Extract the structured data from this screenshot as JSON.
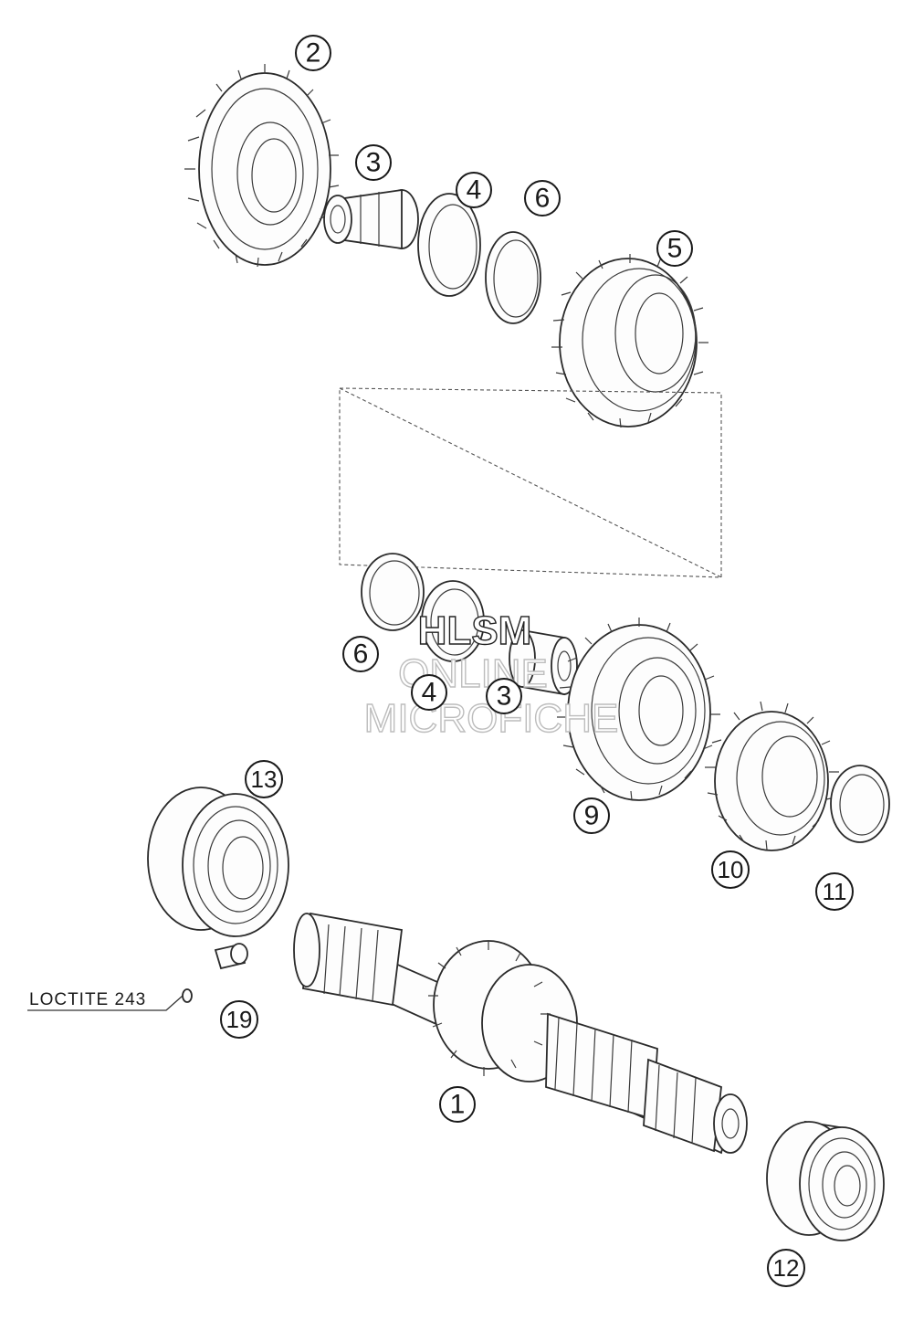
{
  "callouts": [
    {
      "id": "c2",
      "label": "2"
    },
    {
      "id": "c3a",
      "label": "3"
    },
    {
      "id": "c4a",
      "label": "4"
    },
    {
      "id": "c6a",
      "label": "6"
    },
    {
      "id": "c5",
      "label": "5"
    },
    {
      "id": "c6b",
      "label": "6"
    },
    {
      "id": "c4b",
      "label": "4"
    },
    {
      "id": "c3b",
      "label": "3"
    },
    {
      "id": "c9",
      "label": "9"
    },
    {
      "id": "c10",
      "label": "10"
    },
    {
      "id": "c11",
      "label": "11"
    },
    {
      "id": "c13",
      "label": "13"
    },
    {
      "id": "c19",
      "label": "19"
    },
    {
      "id": "c1",
      "label": "1"
    },
    {
      "id": "c12",
      "label": "12"
    }
  ],
  "note": {
    "loctite": "LOCTITE 243"
  },
  "watermark": {
    "line1": "HLSM",
    "line2": "ONLINE",
    "line3": "MICROFICHE"
  }
}
